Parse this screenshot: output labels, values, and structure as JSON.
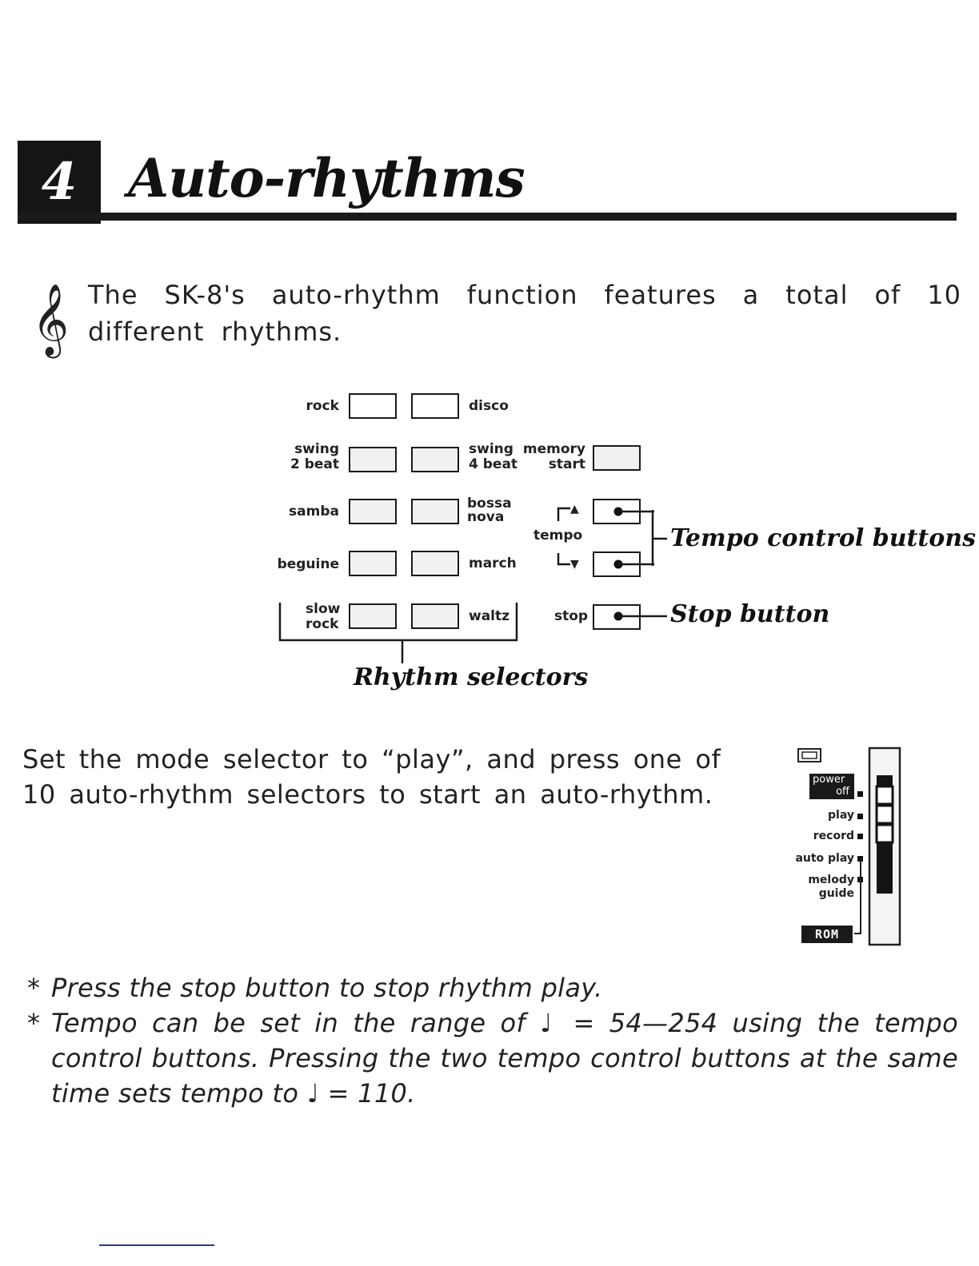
{
  "header": {
    "chapter_number": "4",
    "title": "Auto-rhythms"
  },
  "intro": {
    "clef_glyph": "𝄞",
    "text": "The SK-8's auto-rhythm function features a total of 10 different rhythms."
  },
  "panel": {
    "rhythm_selectors": [
      {
        "left": "rock",
        "right": "disco"
      },
      {
        "left": "swing\n2 beat",
        "right": "swing\n4 beat"
      },
      {
        "left": "samba",
        "right": "bossa\nnova"
      },
      {
        "left": "beguine",
        "right": "march"
      },
      {
        "left": "slow\nrock",
        "right": "waltz"
      }
    ],
    "memory_start_label": "memory\nstart",
    "tempo_label": "tempo",
    "tempo_up_glyph": "▲",
    "tempo_down_glyph": "▼",
    "stop_label": "stop",
    "callouts": {
      "tempo": "Tempo control buttons",
      "stop": "Stop button",
      "rhythm": "Rhythm selectors"
    }
  },
  "mode_text": "Set the mode selector to “play”, and press one of 10 auto-rhythm selectors to start an auto-rhythm.",
  "mode_selector": {
    "power_line1": "power",
    "power_line2": "off",
    "positions": [
      "play",
      "record",
      "auto play",
      "melody\nguide"
    ],
    "rom_label": "ROM"
  },
  "notes": [
    {
      "bullet": "*",
      "text": "Press the stop button to stop rhythm play."
    },
    {
      "bullet": "*",
      "text_before": "Tempo can be set in the range of",
      "note_glyph": "♩",
      "text_after": "= 54—254 using the tempo control buttons. Pressing the two tempo control buttons at the same time sets tempo to",
      "note_glyph_2": "♩",
      "text_end": "= 110."
    }
  ]
}
